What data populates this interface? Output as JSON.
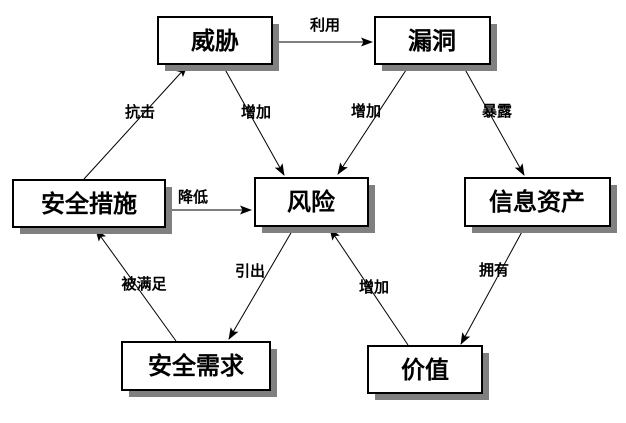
{
  "diagram": {
    "type": "node-link-relationship-diagram",
    "nodes": [
      {
        "id": "threat",
        "label": "威胁"
      },
      {
        "id": "vulnerability",
        "label": "漏洞"
      },
      {
        "id": "security-measures",
        "label": "安全措施"
      },
      {
        "id": "risk",
        "label": "风险"
      },
      {
        "id": "information-assets",
        "label": "信息资产"
      },
      {
        "id": "security-requirements",
        "label": "安全需求"
      },
      {
        "id": "value",
        "label": "价值"
      }
    ],
    "edges": [
      {
        "from": "threat",
        "to": "vulnerability",
        "label": "利用"
      },
      {
        "from": "security-measures",
        "to": "threat",
        "label": "抗击"
      },
      {
        "from": "threat",
        "to": "risk",
        "label": "增加"
      },
      {
        "from": "vulnerability",
        "to": "risk",
        "label": "增加"
      },
      {
        "from": "vulnerability",
        "to": "information-assets",
        "label": "暴露"
      },
      {
        "from": "security-measures",
        "to": "risk",
        "label": "降低"
      },
      {
        "from": "security-requirements",
        "to": "security-measures",
        "label": "被满足"
      },
      {
        "from": "risk",
        "to": "security-requirements",
        "label": "引出"
      },
      {
        "from": "value",
        "to": "risk",
        "label": "增加"
      },
      {
        "from": "information-assets",
        "to": "value",
        "label": "拥有"
      }
    ],
    "colors": {
      "background": "#ffffff",
      "node_fill": "#ffffff",
      "node_border": "#000000",
      "node_shadow": "#808080",
      "line": "#000000",
      "text": "#000000"
    }
  }
}
